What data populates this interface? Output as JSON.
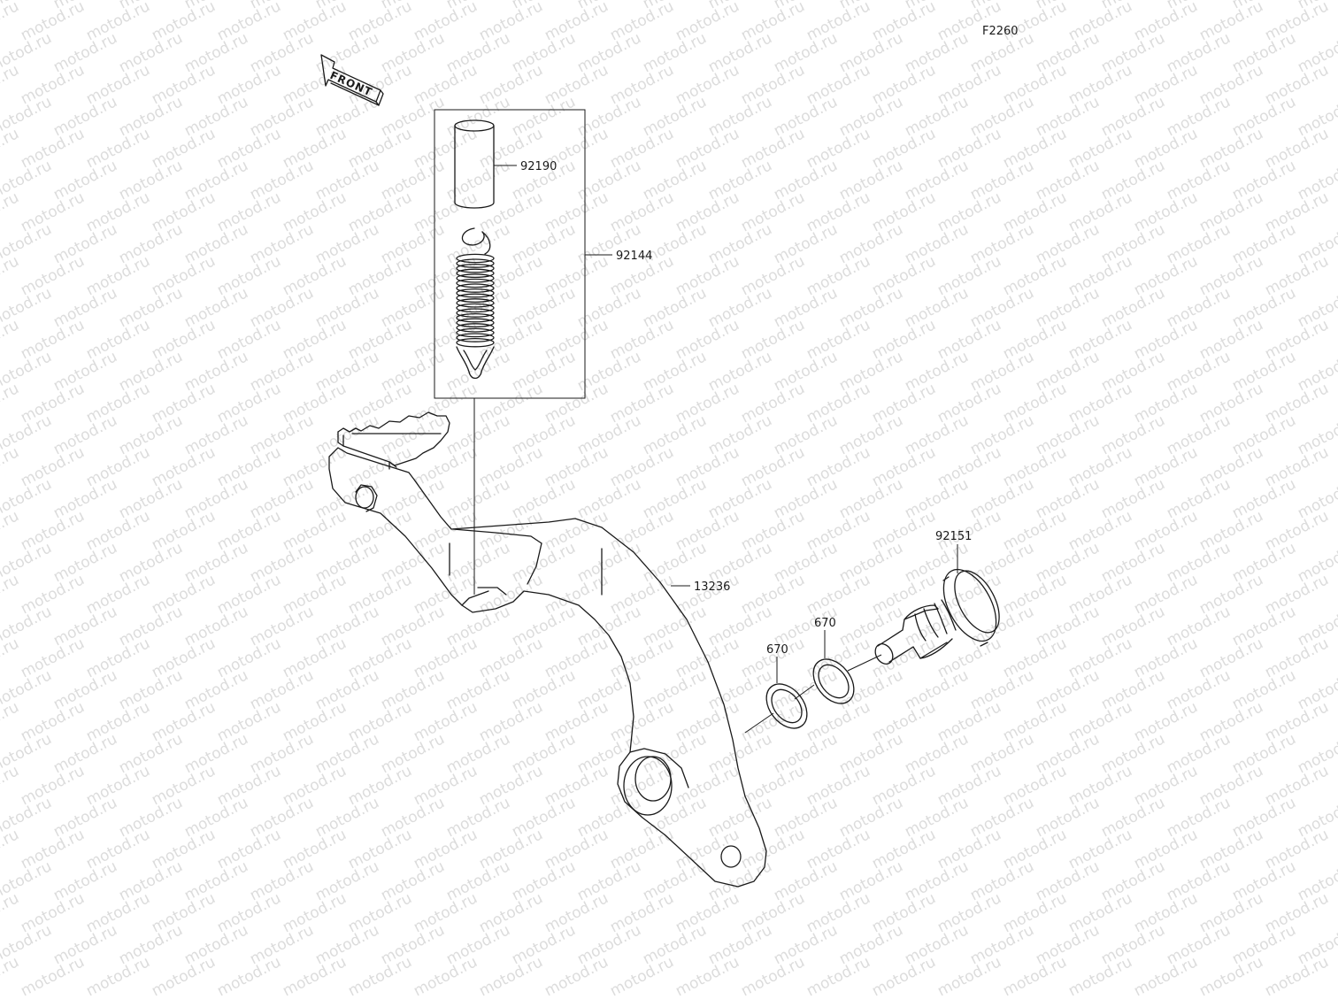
{
  "diagram": {
    "code": "F2260",
    "front_label": "FRONT",
    "watermark": "motod.ru",
    "parts": [
      {
        "id": "p92190",
        "number": "92190"
      },
      {
        "id": "p92144",
        "number": "92144"
      },
      {
        "id": "p13236",
        "number": "13236"
      },
      {
        "id": "p92151",
        "number": "92151"
      },
      {
        "id": "p670a",
        "number": "670"
      },
      {
        "id": "p670b",
        "number": "670"
      }
    ]
  }
}
